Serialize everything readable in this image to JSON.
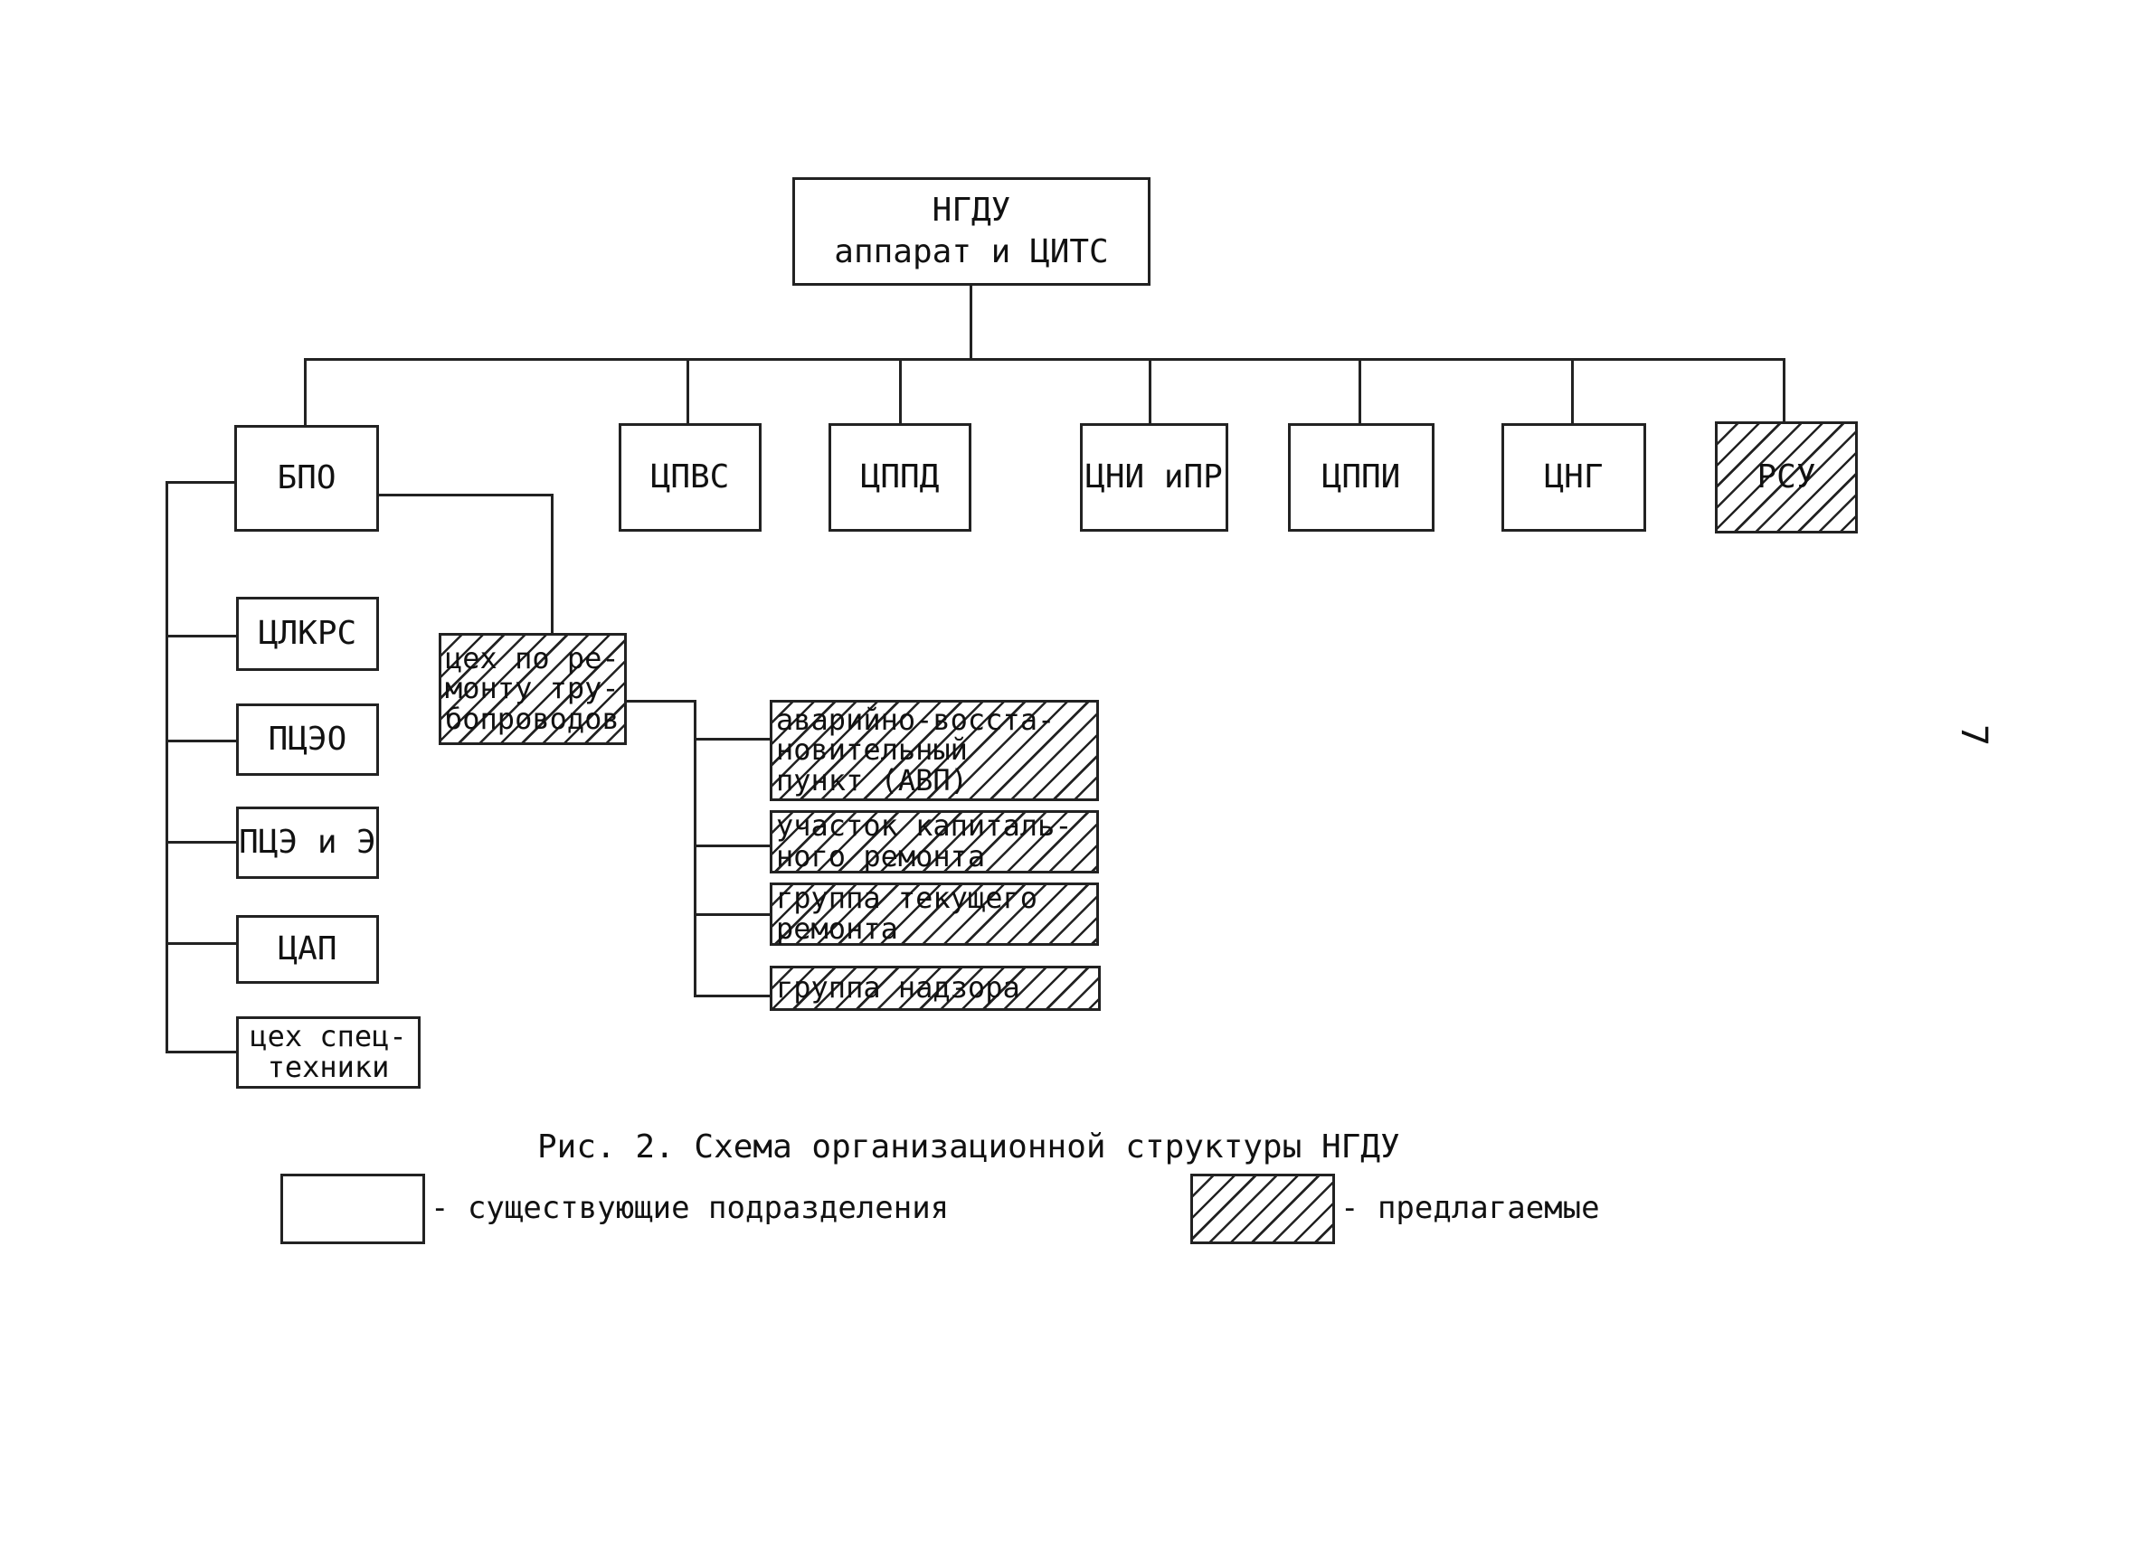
{
  "diagram": {
    "root": {
      "line1": "НГДУ",
      "line2": "аппарат и ЦИТС"
    },
    "units": {
      "bpo": "БПО",
      "tspvs": "ЦПВС",
      "tsppd": "ЦППД",
      "tsni": "ЦНИ иПР",
      "tsppi": "ЦППИ",
      "tsng": "ЦНГ",
      "rsu": "РСУ"
    },
    "bpo_children": {
      "tslkrs": "ЦЛКРС",
      "ptseo": "ПЦЭО",
      "ptse": "ПЦЭ и Э",
      "tsap": "ЦАП",
      "spets": "цех спец-\nтехники"
    },
    "repair_shop": "цех по ре-\nмонту тру-\nбопроводов",
    "repair_children": {
      "avp": "аварийно-восста-\nновительный\nпункт (АВП)",
      "capital": "участок капиталь-\nного ремонта",
      "current": "группа текущего\nремонта",
      "supervision": "группа надзора"
    }
  },
  "caption": "Рис. 2. Схема  организационной структуры НГДУ",
  "legend": {
    "existing": "- существующие подразделения",
    "proposed": "- предлагаемые"
  },
  "page_number": "7"
}
